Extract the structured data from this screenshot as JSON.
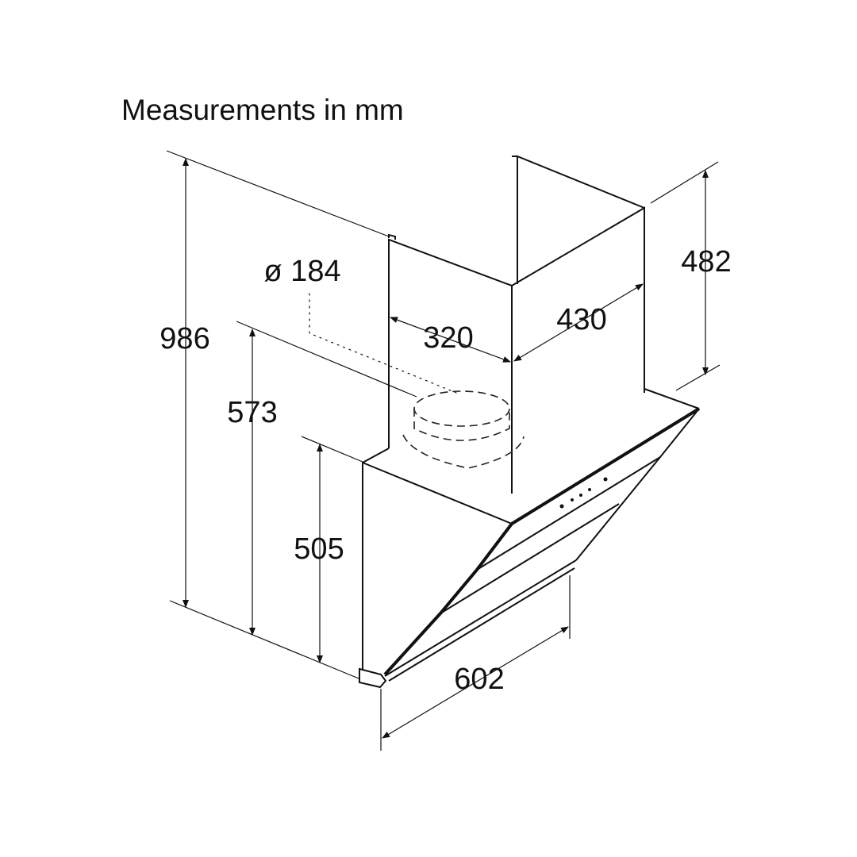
{
  "title": "Measurements in mm",
  "dimensions": {
    "total_height": "986",
    "to_chimney_base": "573",
    "hood_height": "505",
    "chimney_upper": "482",
    "chimney_depth": "320",
    "chimney_width": "430",
    "hood_width": "602",
    "duct_diameter": "ø 184"
  }
}
